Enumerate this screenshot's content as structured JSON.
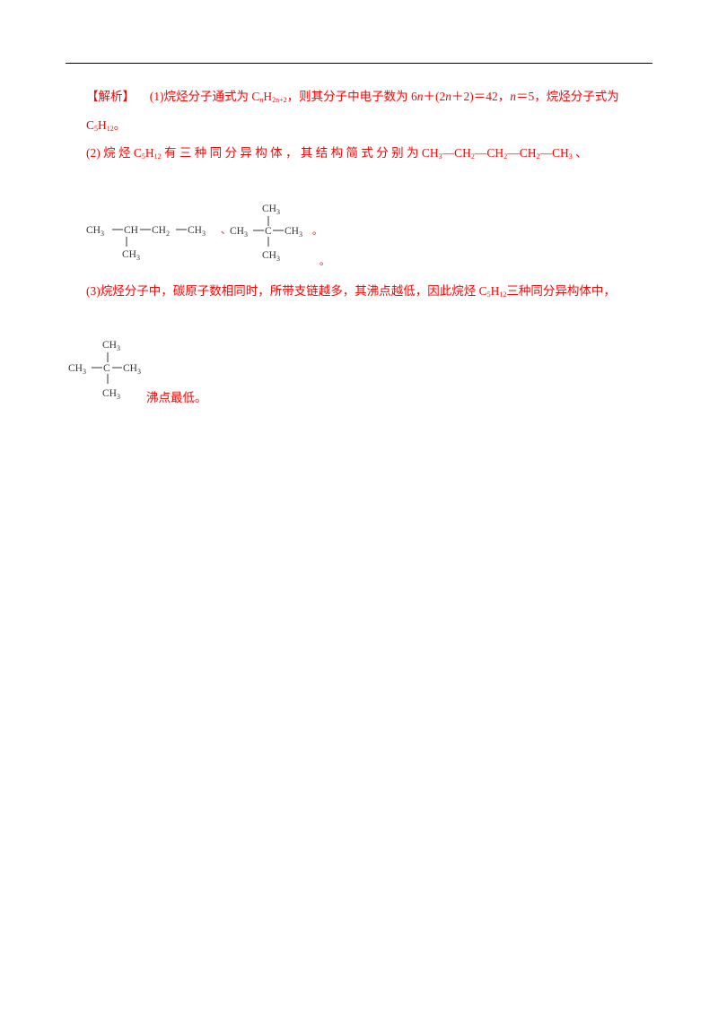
{
  "analysis": {
    "bracket_label": "【解析】",
    "p1": {
      "num": "(1)",
      "t1": "烷烃分子通式为 ",
      "formula_C": "C",
      "formula_n": "n",
      "formula_H": "H",
      "formula_2n2": "2n+2",
      "t2": "，则其分子中电子数为 6",
      "n_a": "n",
      "t3": "＋(2",
      "n_b": "n",
      "t4": "＋2)＝42，",
      "n_c": "n",
      "t5": "＝5，烷烃分子式为",
      "cont_C": "C",
      "cont_5": "5",
      "cont_H": "H",
      "cont_12": "12",
      "cont_end": "。"
    },
    "p2": {
      "num": "(2)",
      "t1": " 烷 烃 ",
      "C": "C",
      "s5": "5",
      "H": "H",
      "s12": "12",
      "t2": " 有 三 种 同 分 异 构 体 ， 其 结 构 简 式 分 别 为 ",
      "chain_a": "CH",
      "chain_a3": "3",
      "chain_b": "—CH",
      "chain_b2": "2",
      "chain_c": "—CH",
      "chain_c2": "2",
      "chain_d": "—CH",
      "chain_d2": "2",
      "chain_e": "—CH",
      "chain_e3": "3",
      "t3": " 、"
    },
    "p2_sep": "、",
    "p2_end1": "。",
    "p2_end2": "。",
    "p3": {
      "num": "(3)",
      "t1": "烷烃分子中，碳原子数相同时，所带支链越多，其沸点越低，因此烷烃 ",
      "C": "C",
      "s5": "5",
      "H": "H",
      "s12": "12",
      "t2": "三种同分异构体中，"
    },
    "p3_end": "沸点最低。"
  },
  "structures": {
    "isopentane": {
      "main": [
        "CH",
        "3",
        "—CH—CH",
        "2",
        "—CH",
        "3"
      ],
      "branch": [
        "CH",
        "3"
      ]
    },
    "neopentane_1": {
      "top": [
        "CH",
        "3"
      ],
      "left": [
        "CH",
        "3"
      ],
      "center": "C",
      "right": [
        "CH",
        "3"
      ],
      "bottom": [
        "CH",
        "3"
      ]
    },
    "neopentane_2": {
      "top": [
        "CH",
        "3"
      ],
      "left": [
        "CH",
        "3"
      ],
      "center": "C",
      "right": [
        "CH",
        "3"
      ],
      "bottom": [
        "CH",
        "3"
      ]
    }
  }
}
